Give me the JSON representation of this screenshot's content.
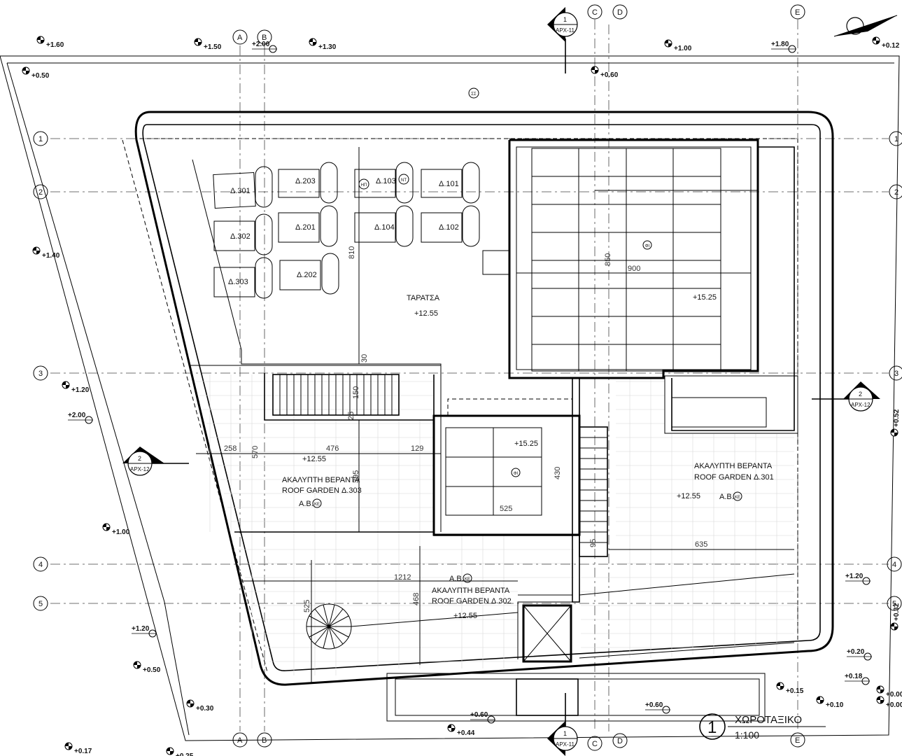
{
  "title_block": {
    "number": "1",
    "title": "ΧΩΡΟΤΑΞΙΚΟ",
    "scale": "1:100"
  },
  "grid_letters": [
    "A",
    "B",
    "C",
    "D",
    "E"
  ],
  "grid_numbers": [
    "1",
    "2",
    "3",
    "4",
    "5"
  ],
  "section_marks": [
    {
      "num": "1",
      "ref": "ΑΡΧ-11"
    },
    {
      "num": "2",
      "ref": "ΑΡΧ-12"
    }
  ],
  "north_label": "ΣΣ",
  "spaces": {
    "terrace": {
      "name": "ΤΑΡΑΤΣΑ",
      "level": "+12.55"
    },
    "roof_upper": {
      "level": "+15.25",
      "tag": "ΦΙ"
    },
    "stair_core": {
      "level": "+15.25",
      "tag": "ΦΙ"
    },
    "verandah_303": {
      "line1": "ΑΚΑΛΥΠΤΗ ΒΕΡΑΝΤΑ",
      "line2": "ROOF GARDEN Δ.303",
      "ab": "Α.Β.",
      "ke": "ΚΕ",
      "level": "+12.55"
    },
    "verandah_301": {
      "line1": "ΑΚΑΛΥΠΤΗ ΒΕΡΑΝΤΑ",
      "line2": "ROOF GARDEN Δ.301",
      "ab": "Α.Β.",
      "ke": "ΚΕ",
      "level": "+12.55"
    },
    "verandah_302": {
      "line1": "ΑΚΑΛΥΠΤΗ ΒΕΡΑΝΤΑ",
      "line2": "ROOF GARDEN Δ.302",
      "ab": "Α.Β.",
      "ke": "ΚΕ",
      "level": "+12.55"
    }
  },
  "units": [
    "Δ.301",
    "Δ.203",
    "Δ.103",
    "Δ.101",
    "Δ.302",
    "Δ.201",
    "Δ.104",
    "Δ.102",
    "Δ.303",
    "Δ.202"
  ],
  "tank_tags": {
    "hp": "ΗΠ",
    "nt": "ΝΤ"
  },
  "dimensions": [
    "810",
    "850",
    "900",
    "30",
    "150",
    "25",
    "258",
    "570",
    "476",
    "129",
    "395",
    "430",
    "525",
    "95",
    "635",
    "1212",
    "468",
    "525"
  ],
  "levels": [
    "+1.60",
    "+1.50",
    "+2.00",
    "+1.30",
    "+0.60",
    "+1.00",
    "+1.80",
    "+0.12",
    "+0.50",
    "+1.40",
    "+1.20",
    "+2.00",
    "+1.00",
    "+1.20",
    "+0.50",
    "+0.30",
    "+0.17",
    "+0.25",
    "+0.44",
    "+0.60",
    "+0.60",
    "+0.15",
    "+0.10",
    "+0.18",
    "+0.20",
    "+1.20",
    "+0.32",
    "+0.52",
    "+0.00",
    "+0.00"
  ]
}
